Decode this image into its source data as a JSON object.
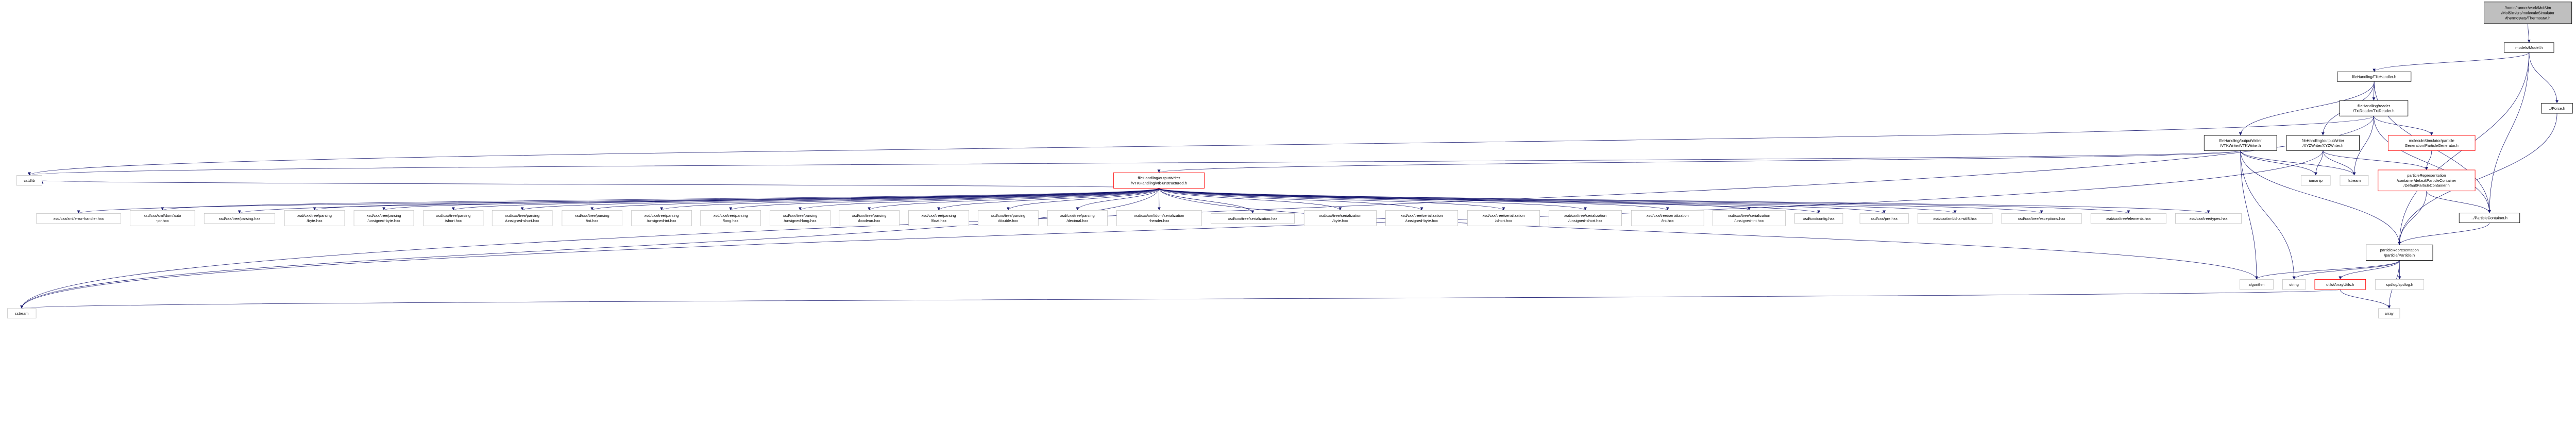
{
  "colors": {
    "edge": "#191970",
    "root_fill": "#bfbfbf",
    "external_border": "#bfbfbf",
    "internal_border": "#000000",
    "incomplete_border": "#ff0000"
  },
  "nodes": [
    {
      "id": "root",
      "kind": "root",
      "lines": [
        "/home/runner/work/MolSim",
        "/MolSim/src/moleculeSimulator",
        "/thermostats/Thermostat.h"
      ]
    },
    {
      "id": "model",
      "kind": "internal",
      "lines": [
        "models/Model.h"
      ]
    },
    {
      "id": "filehandler",
      "kind": "internal",
      "lines": [
        "fileHandling/FileHandler.h"
      ]
    },
    {
      "id": "txtreader",
      "kind": "internal",
      "lines": [
        "fileHandling/reader",
        "/TxtReader/TxtReader.h"
      ]
    },
    {
      "id": "force",
      "kind": "internal",
      "lines": [
        "../Force.h"
      ]
    },
    {
      "id": "vtkwriter",
      "kind": "internal",
      "lines": [
        "fileHandling/outputWriter",
        "/VTKWriter/VTKWriter.h"
      ]
    },
    {
      "id": "xyzwriter",
      "kind": "internal",
      "lines": [
        "fileHandling/outputWriter",
        "/XYZWriter/XYZWriter.h"
      ]
    },
    {
      "id": "particlegen",
      "kind": "incomplete",
      "lines": [
        "moleculeSimulator/particle",
        "Generation/ParticleGenerator.h"
      ]
    },
    {
      "id": "vtkunstr",
      "kind": "incomplete",
      "lines": [
        "fileHandling/outputWriter",
        "/VTKHandling/vtk-unstructured.h"
      ]
    },
    {
      "id": "cstdlib",
      "kind": "external",
      "lines": [
        "cstdlib"
      ]
    },
    {
      "id": "iomanip",
      "kind": "external",
      "lines": [
        "iomanip"
      ]
    },
    {
      "id": "fstream",
      "kind": "external",
      "lines": [
        "fstream"
      ]
    },
    {
      "id": "defaultpc",
      "kind": "incomplete",
      "lines": [
        "particleRepresentation",
        "/container/defaultParticleContainer",
        "/DefaultParticleContainer.h"
      ]
    },
    {
      "id": "x_errhandler",
      "kind": "external",
      "lines": [
        "xsd/cxx/xml/error-handler.hxx"
      ]
    },
    {
      "id": "x_autoptr",
      "kind": "external",
      "lines": [
        "xsd/cxx/xml/dom/auto",
        "-ptr.hxx"
      ]
    },
    {
      "id": "x_parsing",
      "kind": "external",
      "lines": [
        "xsd/cxx/tree/parsing.hxx"
      ]
    },
    {
      "id": "x_p_byte",
      "kind": "external",
      "lines": [
        "xsd/cxx/tree/parsing",
        "/byte.hxx"
      ]
    },
    {
      "id": "x_p_ubyte",
      "kind": "external",
      "lines": [
        "xsd/cxx/tree/parsing",
        "/unsigned-byte.hxx"
      ]
    },
    {
      "id": "x_p_short",
      "kind": "external",
      "lines": [
        "xsd/cxx/tree/parsing",
        "/short.hxx"
      ]
    },
    {
      "id": "x_p_ushort",
      "kind": "external",
      "lines": [
        "xsd/cxx/tree/parsing",
        "/unsigned-short.hxx"
      ]
    },
    {
      "id": "x_p_int",
      "kind": "external",
      "lines": [
        "xsd/cxx/tree/parsing",
        "/int.hxx"
      ]
    },
    {
      "id": "x_p_uint",
      "kind": "external",
      "lines": [
        "xsd/cxx/tree/parsing",
        "/unsigned-int.hxx"
      ]
    },
    {
      "id": "x_p_long",
      "kind": "external",
      "lines": [
        "xsd/cxx/tree/parsing",
        "/long.hxx"
      ]
    },
    {
      "id": "x_p_ulong",
      "kind": "external",
      "lines": [
        "xsd/cxx/tree/parsing",
        "/unsigned-long.hxx"
      ]
    },
    {
      "id": "x_p_boolean",
      "kind": "external",
      "lines": [
        "xsd/cxx/tree/parsing",
        "/boolean.hxx"
      ]
    },
    {
      "id": "x_p_float",
      "kind": "external",
      "lines": [
        "xsd/cxx/tree/parsing",
        "/float.hxx"
      ]
    },
    {
      "id": "x_p_double",
      "kind": "external",
      "lines": [
        "xsd/cxx/tree/parsing",
        "/double.hxx"
      ]
    },
    {
      "id": "x_p_decimal",
      "kind": "external",
      "lines": [
        "xsd/cxx/tree/parsing",
        "/decimal.hxx"
      ]
    },
    {
      "id": "x_serheader",
      "kind": "external",
      "lines": [
        "xsd/cxx/xml/dom/serialization",
        "-header.hxx"
      ]
    },
    {
      "id": "x_serialization",
      "kind": "external",
      "lines": [
        "xsd/cxx/tree/serialization.hxx"
      ]
    },
    {
      "id": "x_s_byte",
      "kind": "external",
      "lines": [
        "xsd/cxx/tree/serialization",
        "/byte.hxx"
      ]
    },
    {
      "id": "x_s_ubyte",
      "kind": "external",
      "lines": [
        "xsd/cxx/tree/serialization",
        "/unsigned-byte.hxx"
      ]
    },
    {
      "id": "x_s_short",
      "kind": "external",
      "lines": [
        "xsd/cxx/tree/serialization",
        "/short.hxx"
      ]
    },
    {
      "id": "x_s_ushort",
      "kind": "external",
      "lines": [
        "xsd/cxx/tree/serialization",
        "/unsigned-short.hxx"
      ]
    },
    {
      "id": "x_s_int",
      "kind": "external",
      "lines": [
        "xsd/cxx/tree/serialization",
        "/int.hxx"
      ]
    },
    {
      "id": "x_s_uint",
      "kind": "external",
      "lines": [
        "xsd/cxx/tree/serialization",
        "/unsigned-int.hxx"
      ]
    },
    {
      "id": "x_config",
      "kind": "external",
      "lines": [
        "xsd/cxx/config.hxx"
      ]
    },
    {
      "id": "x_pre",
      "kind": "external",
      "lines": [
        "xsd/cxx/pre.hxx"
      ]
    },
    {
      "id": "x_charutf8",
      "kind": "external",
      "lines": [
        "xsd/cxx/xml/char-utf8.hxx"
      ]
    },
    {
      "id": "x_exceptions",
      "kind": "external",
      "lines": [
        "xsd/cxx/tree/exceptions.hxx"
      ]
    },
    {
      "id": "x_elements",
      "kind": "external",
      "lines": [
        "xsd/cxx/tree/elements.hxx"
      ]
    },
    {
      "id": "x_types",
      "kind": "external",
      "lines": [
        "xsd/cxx/tree/types.hxx"
      ]
    },
    {
      "id": "particlecontainer",
      "kind": "internal",
      "lines": [
        "../ParticleContainer.h"
      ]
    },
    {
      "id": "particle",
      "kind": "internal",
      "lines": [
        "particleRepresentation",
        "/particle/Particle.h"
      ]
    },
    {
      "id": "algorithm",
      "kind": "external",
      "lines": [
        "algorithm"
      ]
    },
    {
      "id": "string",
      "kind": "external",
      "lines": [
        "string"
      ]
    },
    {
      "id": "arrayutils",
      "kind": "incomplete",
      "lines": [
        "utils/ArrayUtils.h"
      ]
    },
    {
      "id": "spdlog",
      "kind": "external",
      "lines": [
        "spdlog/spdlog.h"
      ]
    },
    {
      "id": "array",
      "kind": "external",
      "lines": [
        "array"
      ]
    },
    {
      "id": "sstream",
      "kind": "external",
      "lines": [
        "sstream"
      ]
    }
  ],
  "edges": [
    [
      "root",
      "model"
    ],
    [
      "model",
      "filehandler"
    ],
    [
      "model",
      "force"
    ],
    [
      "model",
      "particle"
    ],
    [
      "model",
      "particlecontainer"
    ],
    [
      "force",
      "particle"
    ],
    [
      "filehandler",
      "txtreader"
    ],
    [
      "filehandler",
      "vtkwriter"
    ],
    [
      "filehandler",
      "xyzwriter"
    ],
    [
      "filehandler",
      "particlecontainer"
    ],
    [
      "txtreader",
      "particlegen"
    ],
    [
      "txtreader",
      "fstream"
    ],
    [
      "txtreader",
      "particlecontainer"
    ],
    [
      "txtreader",
      "cstdlib"
    ],
    [
      "txtreader",
      "sstream"
    ],
    [
      "vtkwriter",
      "vtkunstr"
    ],
    [
      "vtkwriter",
      "iomanip"
    ],
    [
      "vtkwriter",
      "fstream"
    ],
    [
      "vtkwriter",
      "string"
    ],
    [
      "vtkwriter",
      "particle"
    ],
    [
      "vtkwriter",
      "algorithm"
    ],
    [
      "vtkwriter",
      "cstdlib"
    ],
    [
      "xyzwriter",
      "iomanip"
    ],
    [
      "xyzwriter",
      "fstream"
    ],
    [
      "xyzwriter",
      "defaultpc"
    ],
    [
      "xyzwriter",
      "sstream"
    ],
    [
      "particlegen",
      "defaultpc"
    ],
    [
      "defaultpc",
      "particle"
    ],
    [
      "defaultpc",
      "particlecontainer"
    ],
    [
      "particlecontainer",
      "particle"
    ],
    [
      "particle",
      "algorithm"
    ],
    [
      "particle",
      "string"
    ],
    [
      "particle",
      "arrayutils"
    ],
    [
      "particle",
      "spdlog"
    ],
    [
      "particle",
      "array"
    ],
    [
      "arrayutils",
      "array"
    ],
    [
      "arrayutils",
      "sstream"
    ],
    [
      "vtkunstr",
      "x_errhandler"
    ],
    [
      "vtkunstr",
      "x_autoptr"
    ],
    [
      "vtkunstr",
      "x_parsing"
    ],
    [
      "vtkunstr",
      "x_p_byte"
    ],
    [
      "vtkunstr",
      "x_p_ubyte"
    ],
    [
      "vtkunstr",
      "x_p_short"
    ],
    [
      "vtkunstr",
      "x_p_ushort"
    ],
    [
      "vtkunstr",
      "x_p_int"
    ],
    [
      "vtkunstr",
      "x_p_uint"
    ],
    [
      "vtkunstr",
      "x_p_long"
    ],
    [
      "vtkunstr",
      "x_p_ulong"
    ],
    [
      "vtkunstr",
      "x_p_boolean"
    ],
    [
      "vtkunstr",
      "x_p_float"
    ],
    [
      "vtkunstr",
      "x_p_double"
    ],
    [
      "vtkunstr",
      "x_p_decimal"
    ],
    [
      "vtkunstr",
      "x_serheader"
    ],
    [
      "vtkunstr",
      "x_serialization"
    ],
    [
      "vtkunstr",
      "x_s_byte"
    ],
    [
      "vtkunstr",
      "x_s_ubyte"
    ],
    [
      "vtkunstr",
      "x_s_short"
    ],
    [
      "vtkunstr",
      "x_s_ushort"
    ],
    [
      "vtkunstr",
      "x_s_int"
    ],
    [
      "vtkunstr",
      "x_s_uint"
    ],
    [
      "vtkunstr",
      "x_config"
    ],
    [
      "vtkunstr",
      "x_pre"
    ],
    [
      "vtkunstr",
      "x_charutf8"
    ],
    [
      "vtkunstr",
      "x_exceptions"
    ],
    [
      "vtkunstr",
      "x_elements"
    ],
    [
      "vtkunstr",
      "x_types"
    ],
    [
      "vtkunstr",
      "algorithm"
    ],
    [
      "vtkunstr",
      "cstdlib"
    ],
    [
      "vtkunstr",
      "sstream"
    ]
  ]
}
